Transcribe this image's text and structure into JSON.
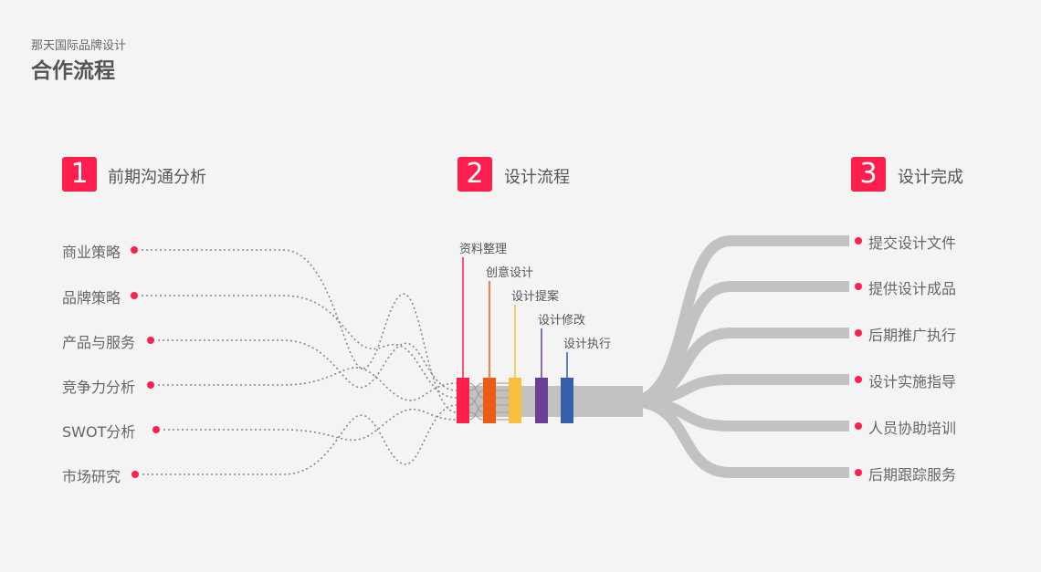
{
  "header": {
    "brand": "那天国际品牌设计",
    "title": "合作流程"
  },
  "sections": [
    {
      "num": "1",
      "label": "前期沟通分析"
    },
    {
      "num": "2",
      "label": "设计流程"
    },
    {
      "num": "3",
      "label": "设计完成"
    }
  ],
  "left_items": [
    "商业策略",
    "品牌策略",
    "产品与服务",
    "竞争力分析",
    "SWOT分析",
    "市场研究"
  ],
  "stages": [
    {
      "label": "资料整理",
      "color": "#ff1f4f"
    },
    {
      "label": "创意设计",
      "color": "#ee5a12"
    },
    {
      "label": "设计提案",
      "color": "#f9be3c"
    },
    {
      "label": "设计修改",
      "color": "#6a3f95"
    },
    {
      "label": "设计执行",
      "color": "#3560a8"
    }
  ],
  "right_items": [
    "提交设计文件",
    "提供设计成品",
    "后期推广执行",
    "设计实施指导",
    "人员协助培训",
    "后期跟踪服务"
  ],
  "colors": {
    "accent": "#ff1f4f",
    "band": "#c2c2c2"
  }
}
